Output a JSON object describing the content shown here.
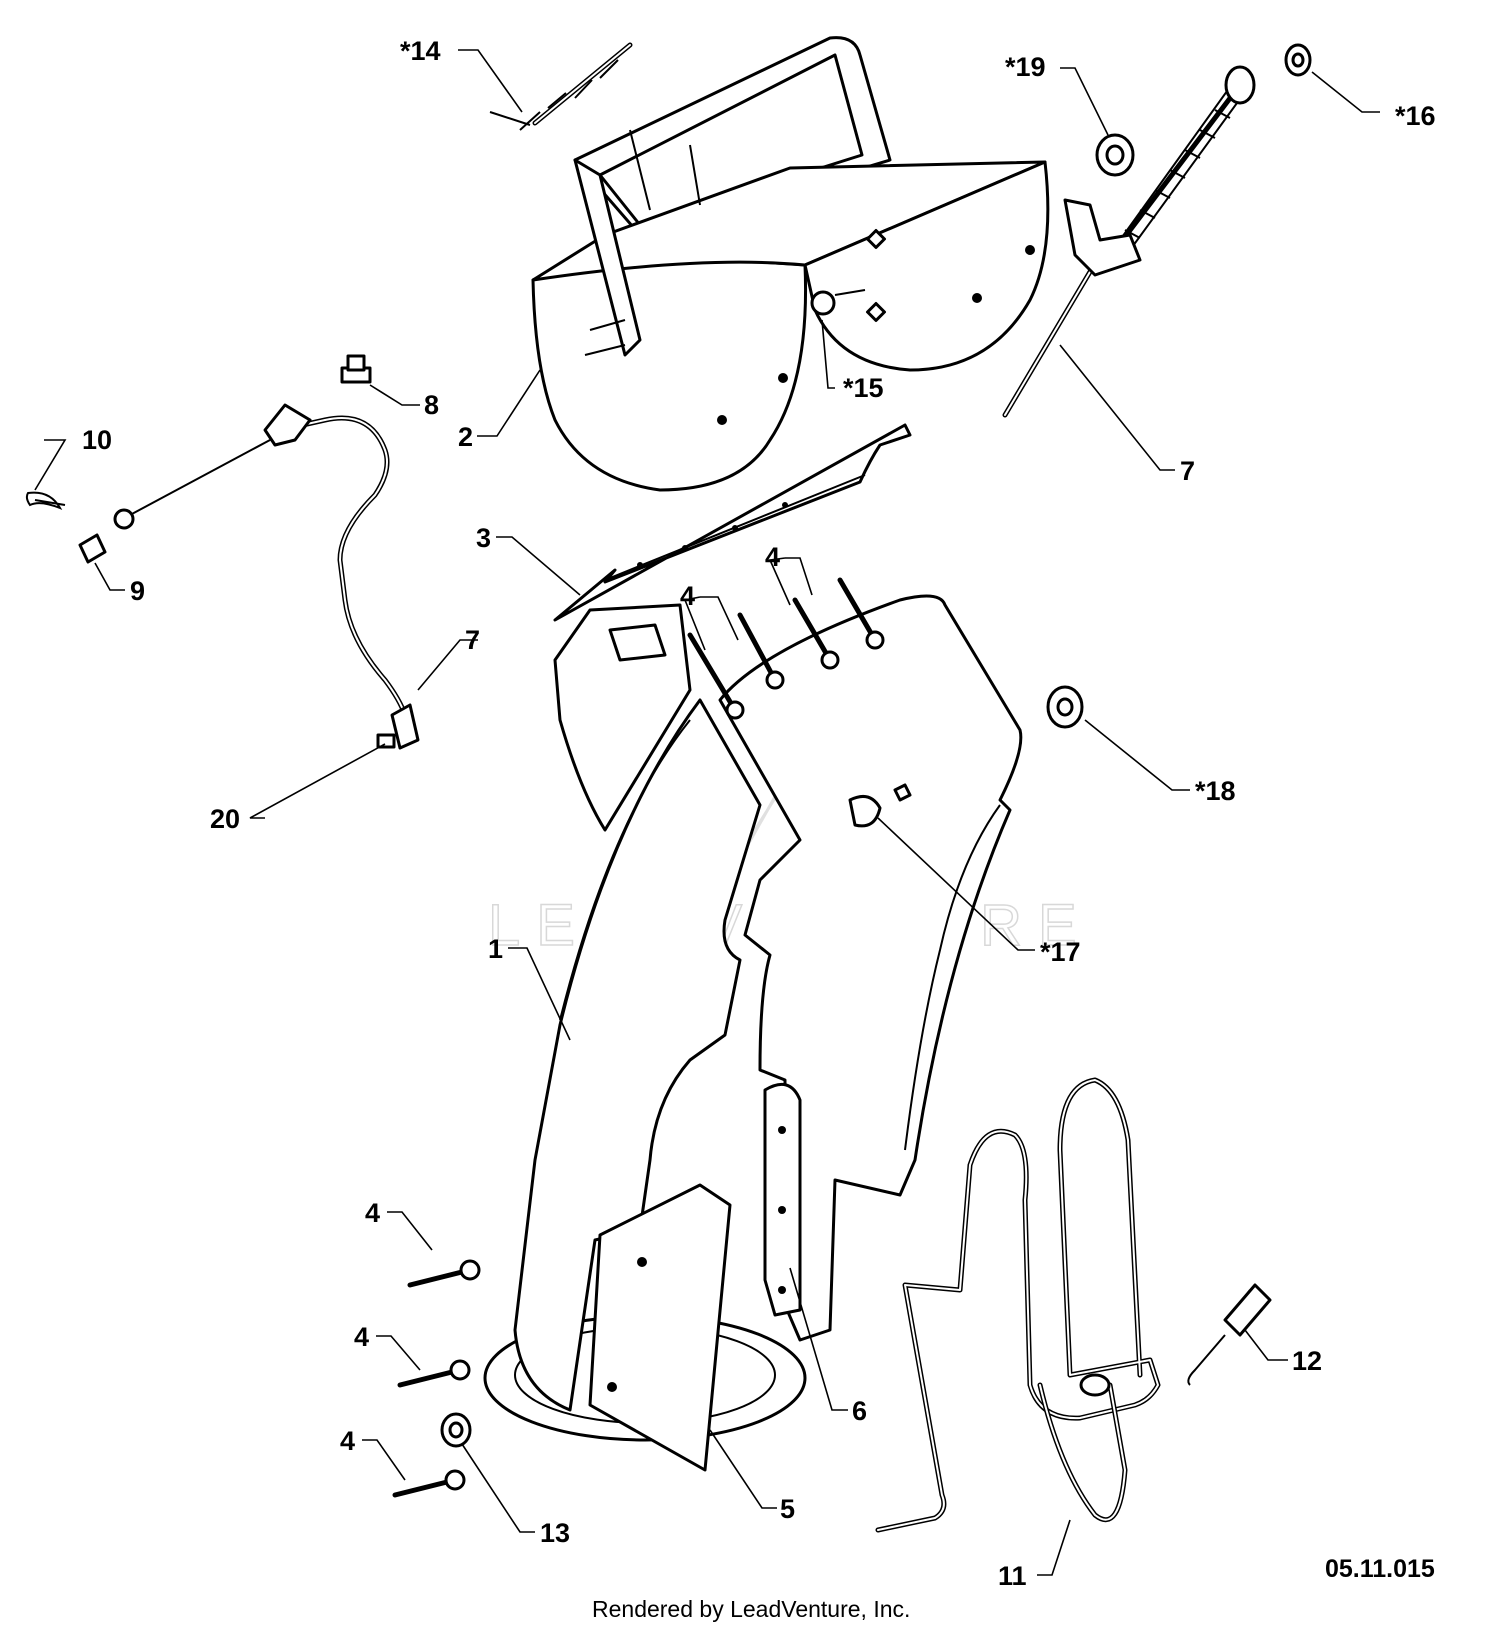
{
  "diagram": {
    "callouts": [
      {
        "id": "14",
        "text": "*14"
      },
      {
        "id": "19",
        "text": "*19"
      },
      {
        "id": "16",
        "text": "*16"
      },
      {
        "id": "8",
        "text": "8"
      },
      {
        "id": "15",
        "text": "*15"
      },
      {
        "id": "2",
        "text": "2"
      },
      {
        "id": "7a",
        "text": "7"
      },
      {
        "id": "10",
        "text": "10"
      },
      {
        "id": "9",
        "text": "9"
      },
      {
        "id": "3",
        "text": "3"
      },
      {
        "id": "4a",
        "text": "4"
      },
      {
        "id": "4b",
        "text": "4"
      },
      {
        "id": "7b",
        "text": "7"
      },
      {
        "id": "18",
        "text": "*18"
      },
      {
        "id": "20",
        "text": "20"
      },
      {
        "id": "17",
        "text": "*17"
      },
      {
        "id": "1",
        "text": "1"
      },
      {
        "id": "4c",
        "text": "4"
      },
      {
        "id": "4d",
        "text": "4"
      },
      {
        "id": "4e",
        "text": "4"
      },
      {
        "id": "12",
        "text": "12"
      },
      {
        "id": "6",
        "text": "6"
      },
      {
        "id": "13",
        "text": "13"
      },
      {
        "id": "5",
        "text": "5"
      },
      {
        "id": "11",
        "text": "11"
      }
    ],
    "diagram_code": "05.11.015",
    "footer": "Rendered by LeadVenture, Inc.",
    "watermark": "LEADVENTURE"
  }
}
